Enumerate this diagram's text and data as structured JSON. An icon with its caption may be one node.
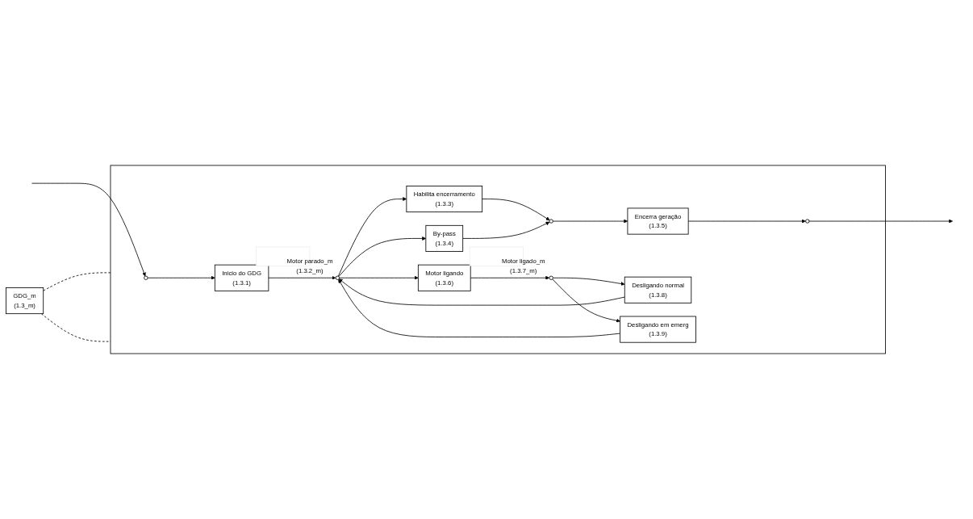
{
  "diagram": {
    "nodes": [
      {
        "text": [
          "GDG_m",
          "(1.3_m)"
        ]
      },
      {
        "text": [],
        "shape": "box"
      },
      {
        "text": [],
        "shape": "circle",
        "in": 1
      },
      {
        "text": [
          "Inicio do GDG",
          "(1.3.1)"
        ],
        "in": 1
      },
      {
        "text": [],
        "shape": "circle",
        "in": 1,
        "beside": [
          "Motor parado_m (1.3.2_m)"
        ]
      },
      {
        "text": [
          "Habilita encerramento",
          "(1.3.3)"
        ],
        "in": 1
      },
      {
        "text": [
          "By-pass",
          "(1.3.4)"
        ],
        "in": 1
      },
      {
        "text": [
          "Motor ligando",
          "(1.3.6)"
        ],
        "in": 1
      },
      {
        "text": [],
        "shape": "circle",
        "in": 1
      },
      {
        "text": [
          "Encerra geração",
          "(1.3.5)"
        ],
        "in": 1
      },
      {
        "text": [],
        "shape": "circle",
        "in": 1
      },
      {
        "text": [],
        "shape": "circle",
        "in": 1,
        "beside": [
          "Motor ligado_m (1.3.7_m)"
        ]
      },
      {
        "text": [
          "Desligando normal",
          "(1.3.8)"
        ],
        "in": 1
      },
      {
        "text": [
          "Desligando em emerg",
          "(1.3.9)"
        ],
        "in": 1
      }
    ],
    "edges": [
      {
        "from": 0,
        "to": 1,
        "arrow": "none",
        "style": "dashed"
      },
      {
        "from": 0,
        "to": 1,
        "arrow": "none",
        "style": "dashed"
      },
      {
        "from": null,
        "to": 2,
        "arrow": "to"
      },
      {
        "from": 2,
        "to": 3,
        "arrow": "to"
      },
      {
        "from": 3,
        "to": 4,
        "arrow": "to"
      },
      {
        "from": 4,
        "to": 5,
        "arrow": "to"
      },
      {
        "from": 4,
        "to": 6,
        "arrow": "to"
      },
      {
        "from": 4,
        "to": 7,
        "arrow": "to"
      },
      {
        "from": 5,
        "to": 8,
        "arrow": "to"
      },
      {
        "from": 6,
        "to": 8,
        "arrow": "to"
      },
      {
        "from": 8,
        "to": 9,
        "arrow": "to"
      },
      {
        "from": 9,
        "to": 10,
        "arrow": "to"
      },
      {
        "from": 10,
        "to": null,
        "arrow": "to"
      },
      {
        "from": 7,
        "to": 11,
        "arrow": "to"
      },
      {
        "from": 11,
        "to": 12,
        "arrow": "to"
      },
      {
        "from": 11,
        "to": 13,
        "arrow": "to"
      },
      {
        "from": 12,
        "to": 4,
        "arrow": "to"
      },
      {
        "from": 13,
        "to": 4,
        "arrow": "to"
      }
    ]
  }
}
